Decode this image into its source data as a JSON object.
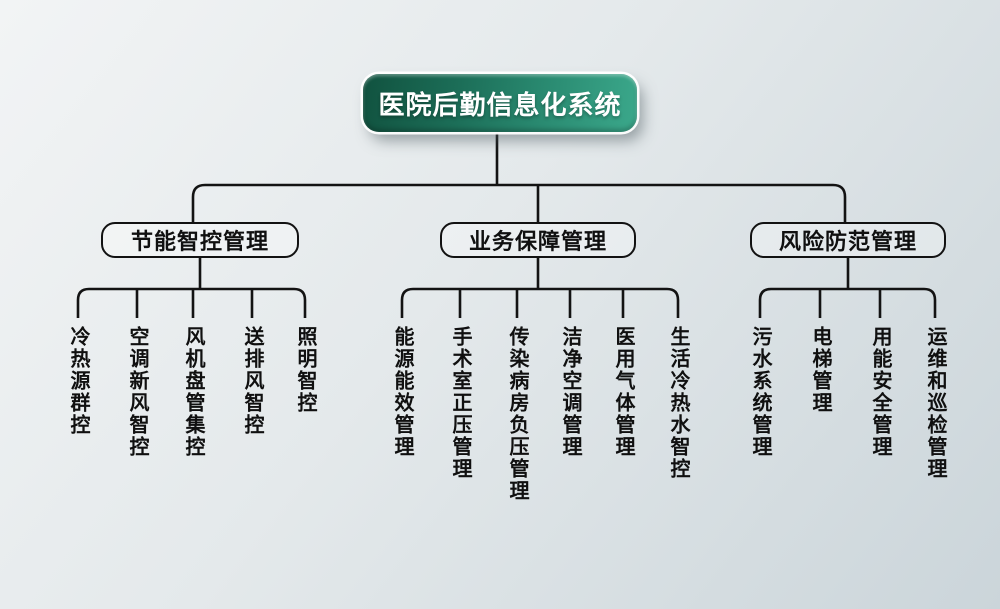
{
  "root": {
    "label": "医院后勤信息化系统"
  },
  "branches": [
    {
      "label": "节能智控管理",
      "children": [
        "冷热源群控",
        "空调新风智控",
        "风机盘管集控",
        "送排风智控",
        "照明智控"
      ]
    },
    {
      "label": "业务保障管理",
      "children": [
        "能源能效管理",
        "手术室正压管理",
        "传染病房负压管理",
        "洁净空调管理",
        "医用气体管理",
        "生活冷热水智控"
      ]
    },
    {
      "label": "风险防范管理",
      "children": [
        "污水系统管理",
        "电梯管理",
        "用能安全管理",
        "运维和巡检管理"
      ]
    }
  ],
  "colors": {
    "root_gradient_left": "#11523f",
    "root_gradient_right": "#3ba88b",
    "root_text": "#ffffff",
    "line": "#131313",
    "node_text": "#101010",
    "background_top_left": "#f2f4f5",
    "background_bottom_right": "#cbd5da"
  }
}
